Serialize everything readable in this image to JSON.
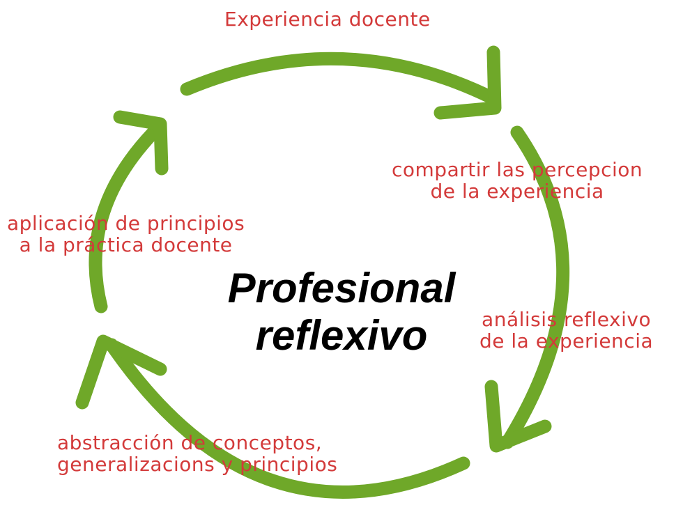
{
  "diagram": {
    "center_title": {
      "line1": "Profesional",
      "line2": "reflexivo"
    },
    "stages": [
      {
        "line1": "Experiencia docente"
      },
      {
        "line1": "compartir las percepcion",
        "line2": "de la experiencia"
      },
      {
        "line1": "análisis reflexivo",
        "line2": "de la experiencia"
      },
      {
        "line1": "abstracción de conceptos,",
        "line2": "generalizacions y principios"
      },
      {
        "line1": "aplicación de principios",
        "line2": "a la práctica docente"
      }
    ],
    "colors": {
      "arrow": "#6fa829",
      "label": "#d33a3a",
      "title": "#000000"
    }
  }
}
